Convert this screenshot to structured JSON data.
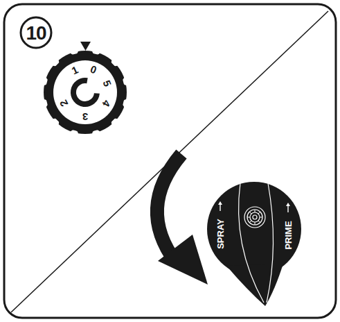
{
  "diagram": {
    "nodes": [
      {
        "text": [
          "10"
        ]
      },
      {
        "text": [
          "1",
          "0",
          "5",
          "4",
          "3",
          "2"
        ]
      },
      {
        "text": [
          "SPRAY",
          "PRIME"
        ]
      }
    ]
  }
}
